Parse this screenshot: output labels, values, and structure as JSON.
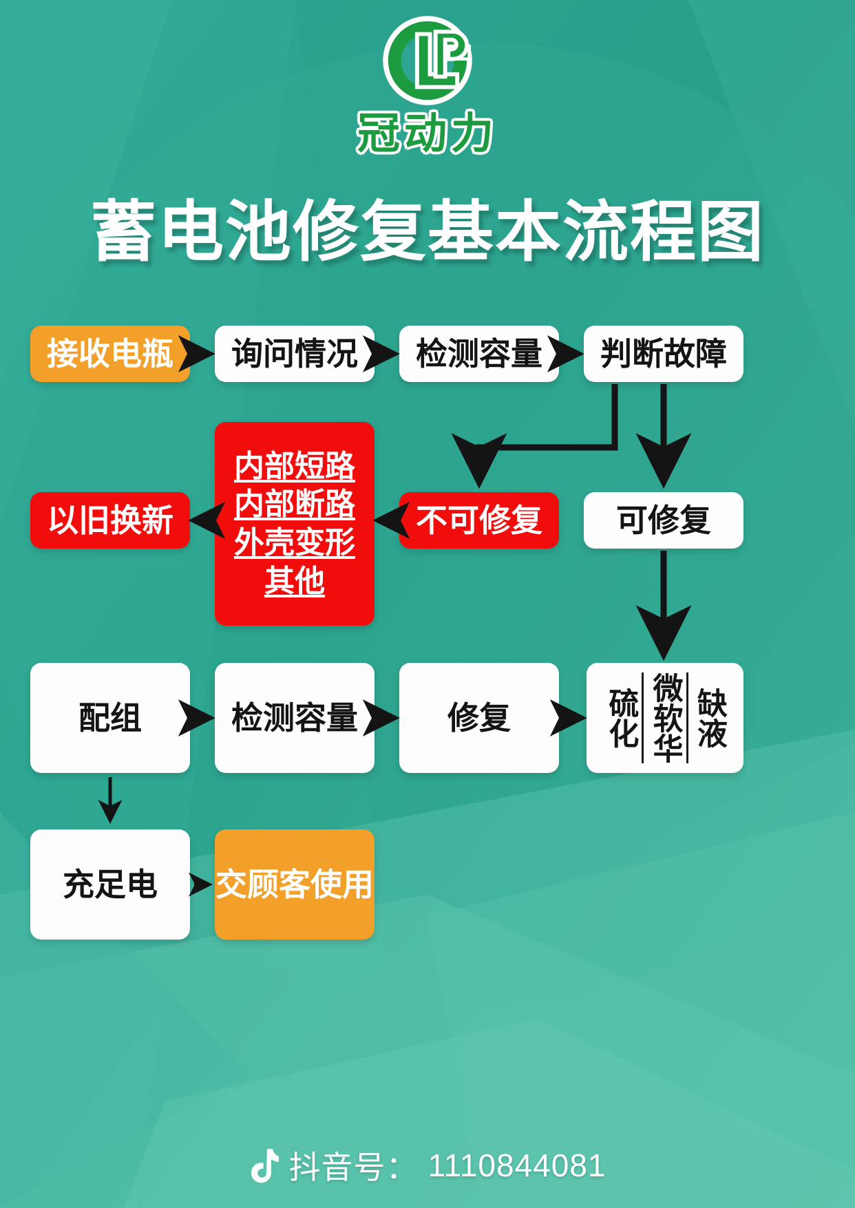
{
  "brand": {
    "logo_icon": "guandongli-g-logo-icon",
    "wordmark": "冠动力",
    "logo_green": "#1d9b3f"
  },
  "title": "蓄电池修复基本流程图",
  "colors": {
    "background_teal": "#2ea391",
    "box_white": "#fdfdfd",
    "box_orange": "#f2a02a",
    "box_red": "#f20d0d",
    "arrow_black": "#141414",
    "title_white": "#ffffff"
  },
  "flow": {
    "row1": [
      {
        "label": "接收电瓶",
        "style": "orange"
      },
      {
        "label": "询问情况",
        "style": "white"
      },
      {
        "label": "检测容量",
        "style": "white"
      },
      {
        "label": "判断故障",
        "style": "white"
      }
    ],
    "row2": [
      {
        "label": "以旧换新",
        "style": "red"
      },
      {
        "label": "不可修复",
        "style": "red"
      },
      {
        "label": "可修复",
        "style": "white"
      }
    ],
    "fault_box": {
      "style": "red",
      "items": [
        "内部短路",
        "内部断路",
        "外壳变形",
        "其他"
      ]
    },
    "row3": [
      {
        "label": "配组",
        "style": "white"
      },
      {
        "label": "检测容量",
        "style": "white"
      },
      {
        "label": "修复",
        "style": "white"
      }
    ],
    "repair_types": {
      "style": "white",
      "columns": [
        "硫化",
        "微软华",
        "缺液"
      ]
    },
    "row4": [
      {
        "label": "充足电",
        "style": "white"
      },
      {
        "label": "交顾客使用",
        "style": "orange"
      }
    ]
  },
  "footer": {
    "platform_icon": "douyin-music-note-icon",
    "label": "抖音号：",
    "account_id": "1110844081"
  }
}
